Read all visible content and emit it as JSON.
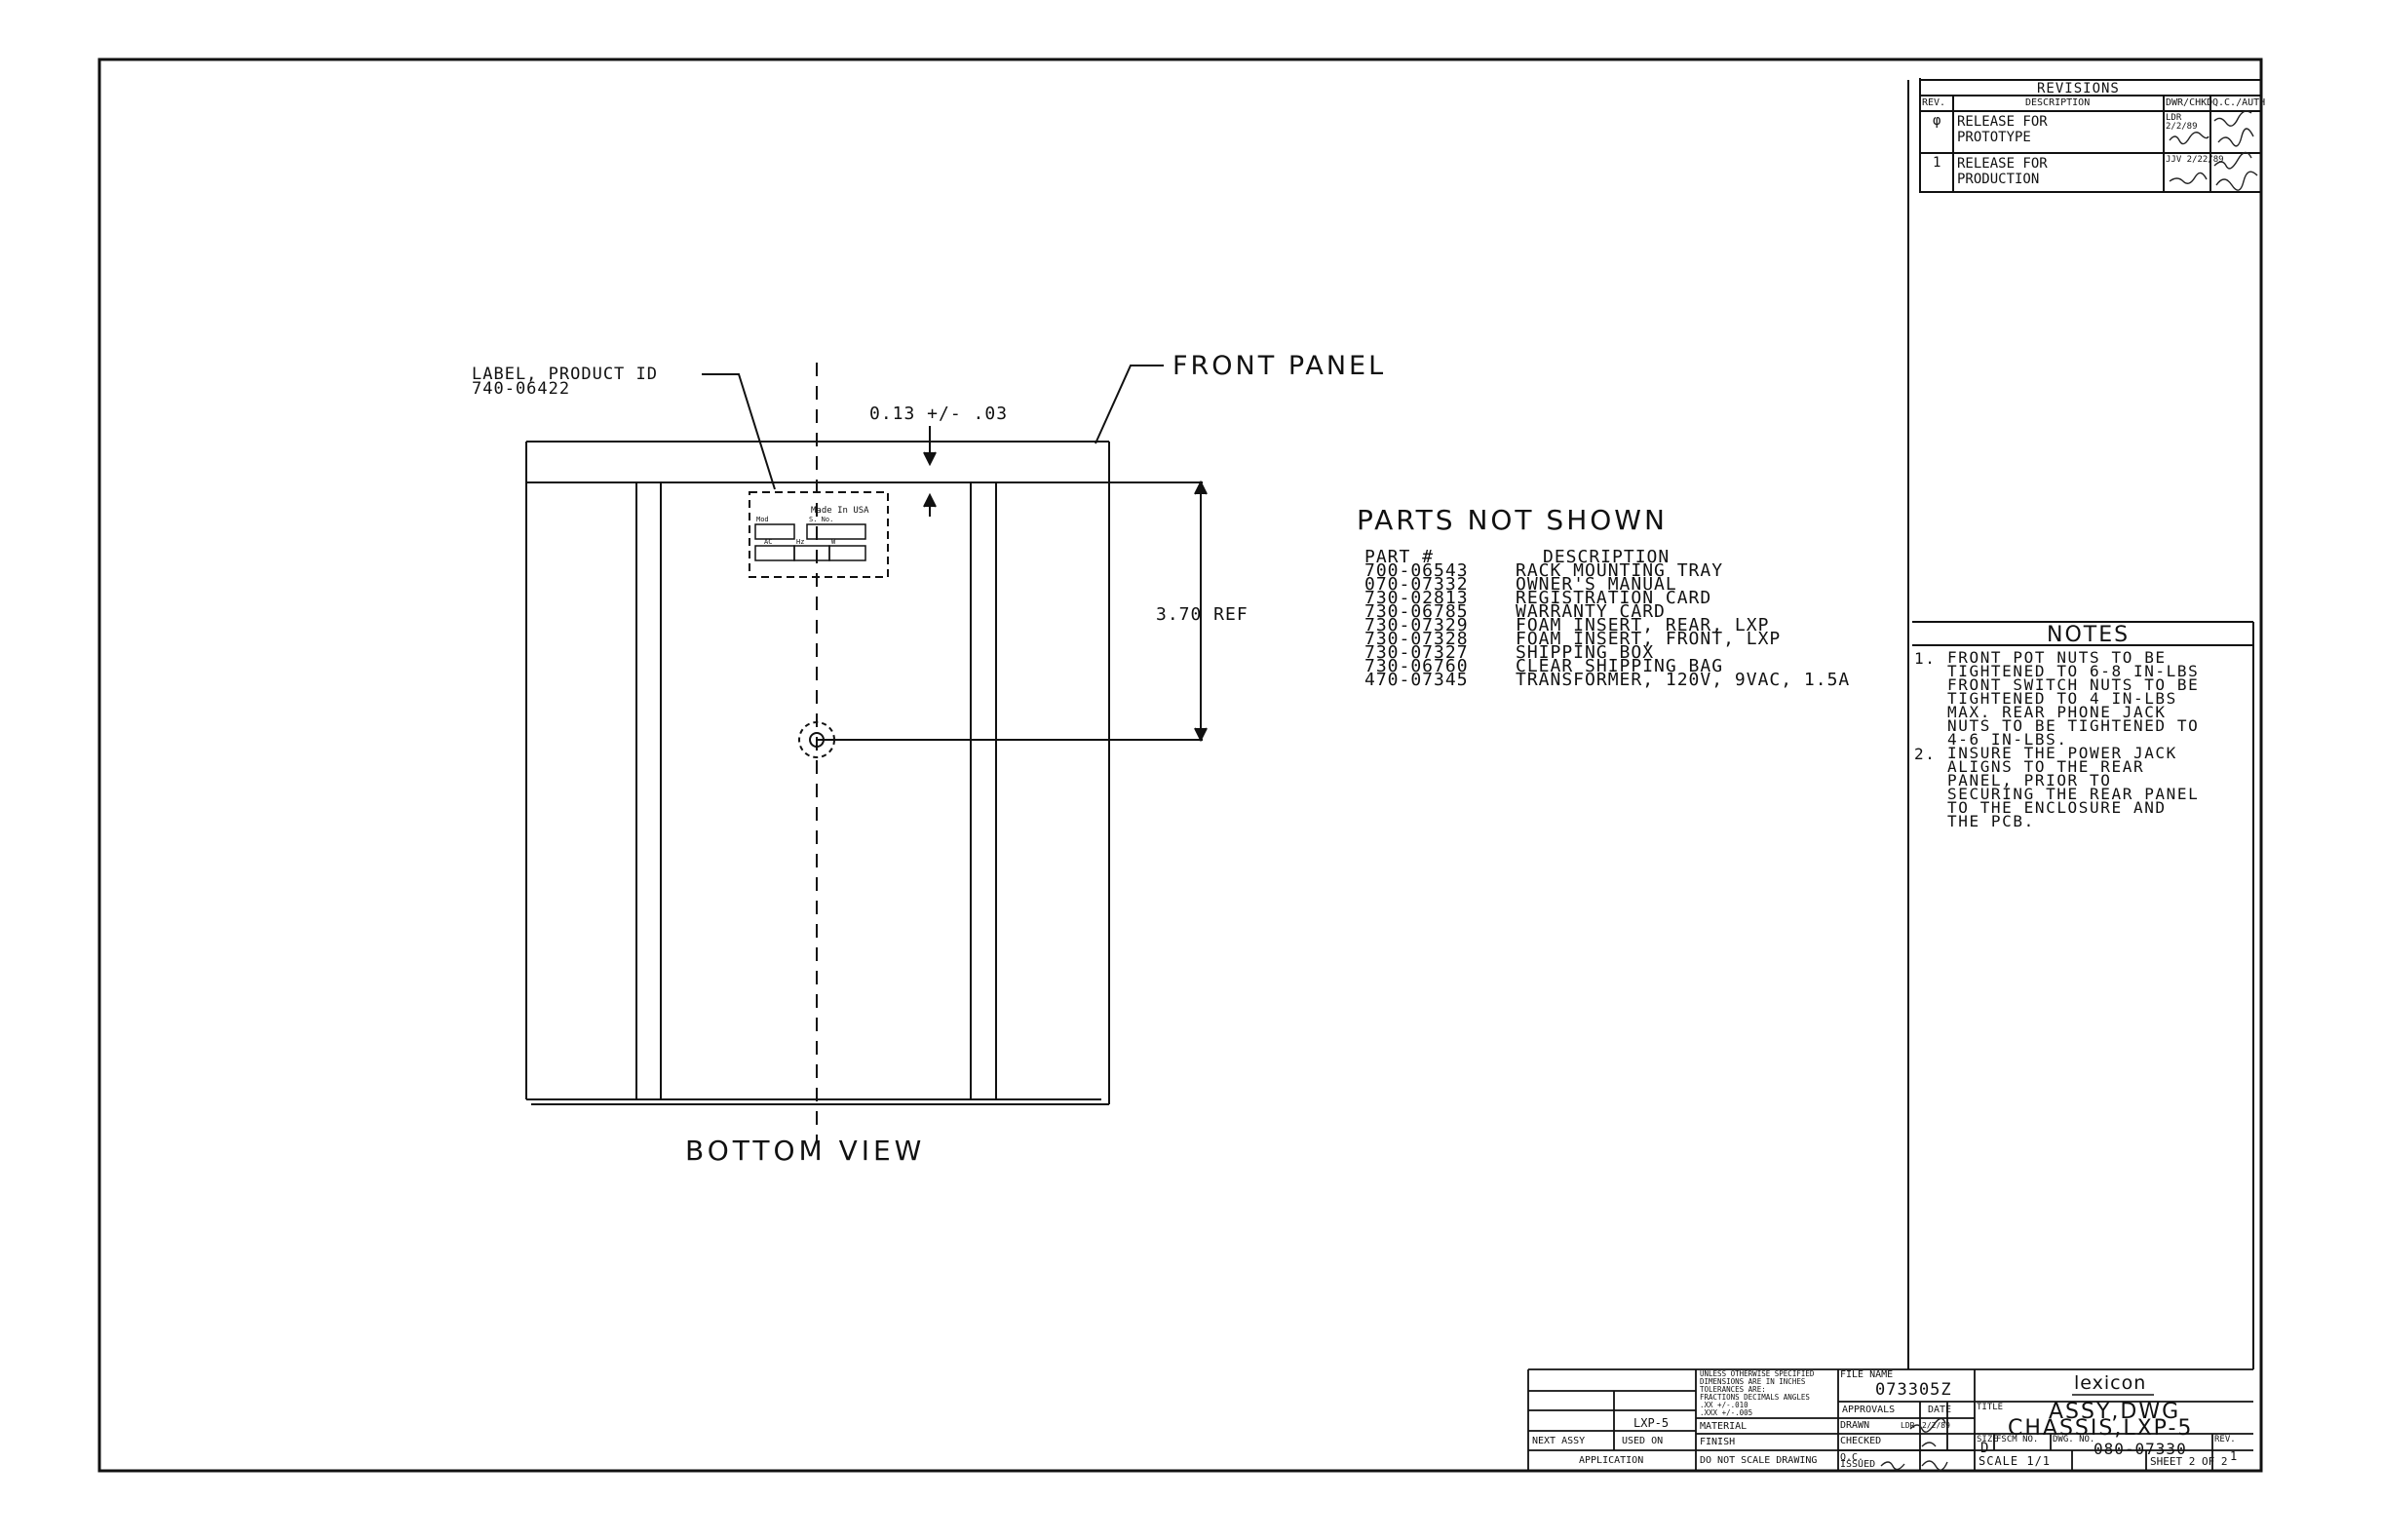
{
  "drawing": {
    "bottom_view_label": "BOTTOM VIEW",
    "front_panel_label": "FRONT PANEL",
    "product_label_callout_line1": "LABEL, PRODUCT ID",
    "product_label_callout_line2": "740-06422",
    "dim_offset": "0.13 +/- .03",
    "dim_height": "3.70 REF",
    "label_made_in": "Made In USA",
    "label_mod": "Mod",
    "label_sno": "S. No.",
    "label_ac": "AC",
    "label_hz": "Hz",
    "label_w": "W"
  },
  "parts_not_shown": {
    "title": "PARTS NOT SHOWN",
    "col_part": "PART #",
    "col_desc": "DESCRIPTION",
    "rows": [
      {
        "part": "700-06543",
        "desc": "RACK MOUNTING TRAY"
      },
      {
        "part": "070-07332",
        "desc": "OWNER'S MANUAL"
      },
      {
        "part": "730-02813",
        "desc": "REGISTRATION CARD"
      },
      {
        "part": "730-06785",
        "desc": "WARRANTY CARD"
      },
      {
        "part": "730-07329",
        "desc": "FOAM INSERT, REAR, LXP"
      },
      {
        "part": "730-07328",
        "desc": "FOAM INSERT, FRONT, LXP"
      },
      {
        "part": "730-07327",
        "desc": "SHIPPING BOX"
      },
      {
        "part": "730-06760",
        "desc": "CLEAR SHIPPING BAG"
      },
      {
        "part": "470-07345",
        "desc": "TRANSFORMER, 120V, 9VAC, 1.5A"
      }
    ]
  },
  "revisions": {
    "title": "REVISIONS",
    "col_rev": "REV.",
    "col_desc": "DESCRIPTION",
    "col_dwr": "DWR/CHKD",
    "col_qc": "Q.C./AUTH",
    "rows": [
      {
        "rev": "φ",
        "desc1": "RELEASE FOR",
        "desc2": "PROTOTYPE",
        "dwr1": "LDR",
        "dwr2": "2/2/89"
      },
      {
        "rev": "1",
        "desc1": "RELEASE FOR",
        "desc2": "PRODUCTION",
        "dwr1": "JJV 2/22/89",
        "dwr2": ""
      }
    ]
  },
  "notes": {
    "title": "NOTES",
    "items": [
      {
        "num": "1.",
        "lines": [
          "FRONT POT NUTS TO BE",
          "TIGHTENED TO 6-8 IN-LBS",
          "FRONT SWITCH NUTS TO BE",
          "TIGHTENED TO 4 IN-LBS",
          "MAX. REAR PHONE JACK",
          "NUTS TO BE TIGHTENED TO",
          "4-6 IN-LBS."
        ]
      },
      {
        "num": "2.",
        "lines": [
          "INSURE THE POWER JACK",
          "ALIGNS TO THE REAR",
          "PANEL, PRIOR TO",
          "SECURING THE REAR PANEL",
          "TO THE ENCLOSURE AND",
          "THE PCB."
        ]
      }
    ]
  },
  "title_block": {
    "tolerance_lines": [
      "UNLESS OTHERWISE SPECIFIED",
      "DIMENSIONS ARE IN INCHES",
      "TOLERANCES ARE:",
      "FRACTIONS DECIMALS ANGLES",
      ".XX +/-.010",
      ".XXX +/-.005"
    ],
    "material_label": "MATERIAL",
    "finish_label": "FINISH",
    "no_scale": "DO NOT SCALE DRAWING",
    "next_assy": "NEXT ASSY",
    "used_on": "USED ON",
    "used_on_value": "LXP-5",
    "application": "APPLICATION",
    "file_name_label": "FILE NAME",
    "file_name": "073305Z",
    "approvals": "APPROVALS",
    "date": "DATE",
    "drawn": "DRAWN",
    "drawn_by": "LDR",
    "drawn_date": "2/2/89",
    "checked": "CHECKED",
    "qc": "Q.C.",
    "issued": "ISSUED",
    "company": "lexicon",
    "title_label": "TITLE",
    "title_line1": "ASSY,DWG",
    "title_line2": "CHASSIS,LXP-5",
    "size_label": "SIZE",
    "size_value": "D",
    "fscm_label": "FSCM NO.",
    "dwg_no_label": "DWG. NO.",
    "dwg_no": "080-07330",
    "rev_label": "REV.",
    "rev_value": "1",
    "scale": "SCALE 1/1",
    "sheet": "SHEET 2 OF 2"
  }
}
